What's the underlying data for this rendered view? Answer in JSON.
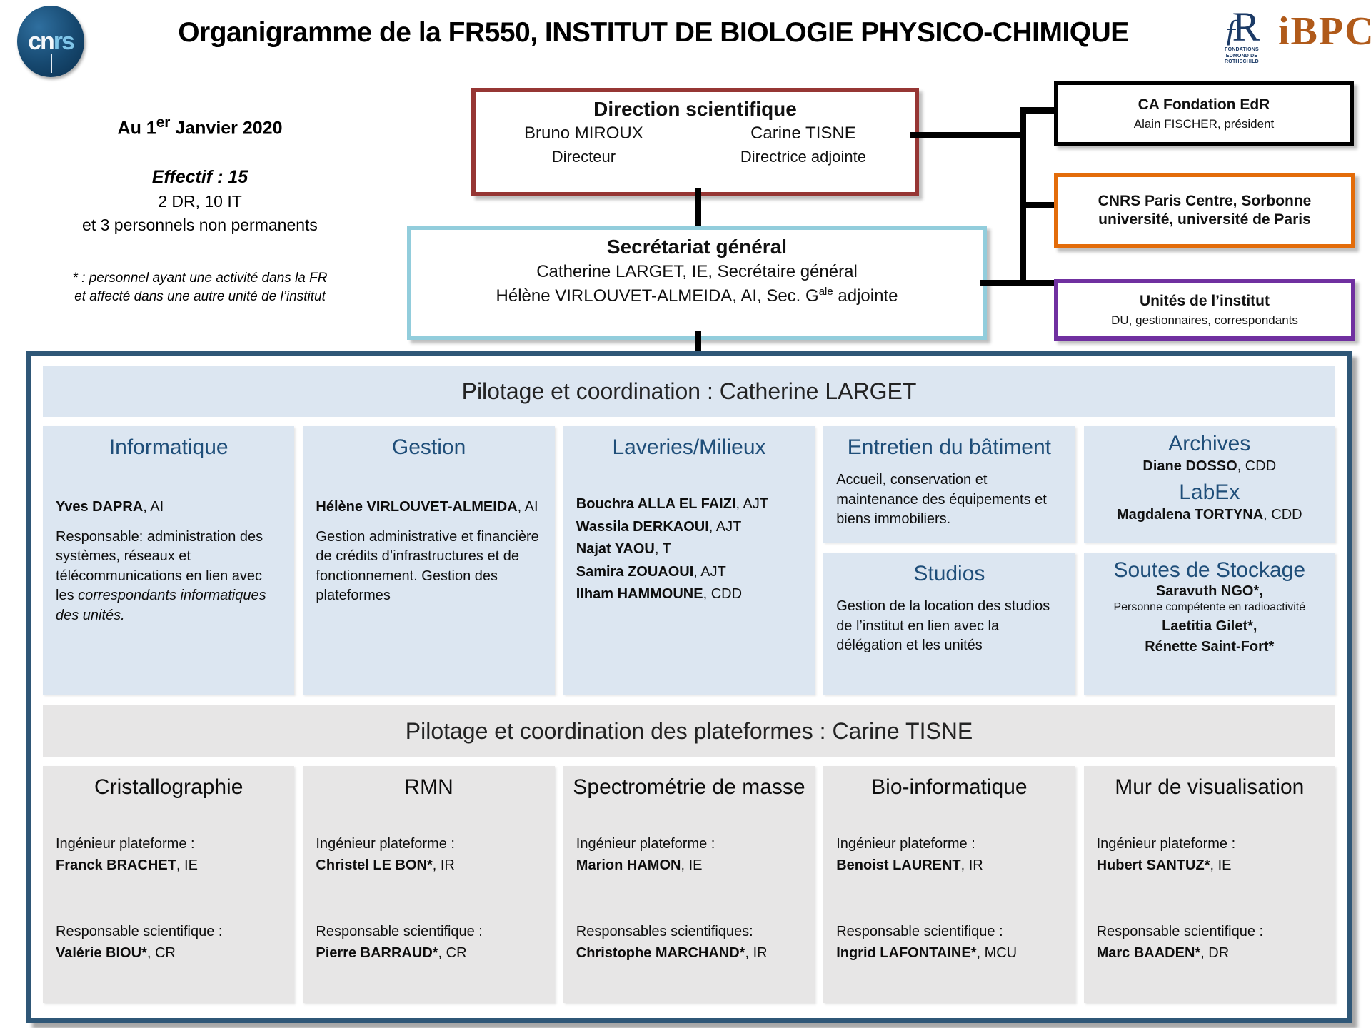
{
  "header": {
    "title": "Organigramme de la FR550, INSTITUT DE BIOLOGIE PHYSICO-CHIMIQUE",
    "cnrs_white": "cn",
    "cnrs_blue": "rs",
    "fedr_f": "ƒ",
    "fedr_monogram": "R",
    "fedr_caption_line1": "FONDATIONS",
    "fedr_caption_line2": "EDMOND DE ROTHSCHILD",
    "ibpc": "iBPC",
    "ibpc_color": "#b05a1a"
  },
  "info": {
    "date_main": "Au 1",
    "date_sup": "er",
    "date_rest": " Janvier 2020",
    "effectif": "Effectif : 15",
    "staff_line": "2 DR, 10  IT",
    "staff_line2": "et 3 personnels non permanents",
    "footnote_line1": "* : personnel ayant une activité dans la FR",
    "footnote_line2": "et affecté dans une autre unité de l’institut"
  },
  "direction": {
    "title": "Direction scientifique",
    "director_name": "Bruno MIROUX",
    "director_role": "Directeur",
    "deputy_name": "Carine TISNE",
    "deputy_role": "Directrice adjointe",
    "border_color": "#963634"
  },
  "secretariat": {
    "title": "Secrétariat général",
    "line1": "Catherine LARGET, IE, Secrétaire général",
    "line2_main": "Hélène VIRLOUVET-ALMEIDA, AI, Sec. G",
    "line2_sup": "ale",
    "line2_rest": "  adjointe",
    "border_color": "#92cddc"
  },
  "partners": {
    "ca_fondation": {
      "title": "CA Fondation EdR",
      "subtitle": "Alain FISCHER, président",
      "border_color": "#000000"
    },
    "cnrs_paris": {
      "title": "CNRS Paris Centre, Sorbonne université, université de Paris",
      "border_color": "#e36c0a"
    },
    "unites": {
      "title": "Unités de l’institut",
      "subtitle": "DU, gestionnaires, correspondants",
      "border_color": "#7030a0"
    }
  },
  "coordination": {
    "header": "Pilotage et coordination : Catherine LARGET",
    "informatique": {
      "title": "Informatique",
      "name": "Yves DAPRA",
      "grade": ", AI",
      "desc": "Responsable: administration des systèmes, réseaux et télécommunications en lien avec les ",
      "desc_italic": "correspondants informatiques des unités."
    },
    "gestion": {
      "title": "Gestion",
      "name": "Hélène VIRLOUVET-ALMEIDA",
      "grade": ", AI",
      "desc": "Gestion administrative et financière de crédits d’infrastructures et de fonctionnement. Gestion des plateformes"
    },
    "laveries": {
      "title": "Laveries/Milieux",
      "staff": [
        {
          "name": "Bouchra ALLA EL FAIZI",
          "grade": ", AJT"
        },
        {
          "name": "Wassila DERKAOUI",
          "grade": ", AJT"
        },
        {
          "name": "Najat YAOU",
          "grade": ", T"
        },
        {
          "name": "Samira ZOUAOUI",
          "grade": ", AJT"
        },
        {
          "name": "Ilham HAMMOUNE",
          "grade": ", CDD"
        }
      ]
    },
    "entretien": {
      "title": "Entretien du bâtiment",
      "desc": "Accueil, conservation et maintenance des équipements et biens immobiliers."
    },
    "studios": {
      "title": "Studios",
      "desc": "Gestion de la location des studios de l’institut en lien avec la délégation et les unités"
    },
    "archives": {
      "title": "Archives",
      "name": "Diane DOSSO",
      "grade": ", CDD"
    },
    "labex": {
      "title": "LabEx",
      "name": "Magdalena TORTYNA",
      "grade": ", CDD"
    },
    "soutes": {
      "title": "Soutes de Stockage",
      "name1": "Saravuth NGO*,",
      "name1_note": "Personne compétente en radioactivité",
      "name2": "Laetitia Gilet*,",
      "name3": "Rénette Saint-Fort*"
    }
  },
  "plateformes": {
    "header": "Pilotage et coordination des plateformes : Carine TISNE",
    "columns": [
      {
        "title": "Cristallographie",
        "engineer_label": "Ingénieur plateforme :",
        "engineer_name": "Franck BRACHET",
        "engineer_grade": ", IE",
        "scientist_label": "Responsable scientifique :",
        "scientist_name": "Valérie BIOU*",
        "scientist_grade": ", CR"
      },
      {
        "title": "RMN",
        "engineer_label": "Ingénieur plateforme :",
        "engineer_name": "Christel LE BON*",
        "engineer_grade": ", IR",
        "scientist_label": "Responsable scientifique :",
        "scientist_name": "Pierre BARRAUD*",
        "scientist_grade": ", CR"
      },
      {
        "title": "Spectrométrie de masse",
        "engineer_label": "Ingénieur plateforme :",
        "engineer_name": "Marion HAMON",
        "engineer_grade": ", IE",
        "scientist_label": "Responsables scientifiques:",
        "scientist_name": "Christophe MARCHAND*",
        "scientist_grade": ", IR"
      },
      {
        "title": "Bio-informatique",
        "engineer_label": "Ingénieur plateforme :",
        "engineer_name": "Benoist LAURENT",
        "engineer_grade": ", IR",
        "scientist_label": "Responsable scientifique :",
        "scientist_name": "Ingrid LAFONTAINE*",
        "scientist_grade": ", MCU"
      },
      {
        "title": "Mur de visualisation",
        "engineer_label": "Ingénieur plateforme :",
        "engineer_name": "Hubert SANTUZ*",
        "engineer_grade": ", IE",
        "scientist_label": "Responsable scientifique :",
        "scientist_name": "Marc BAADEN*",
        "scientist_grade": ", DR"
      }
    ]
  }
}
